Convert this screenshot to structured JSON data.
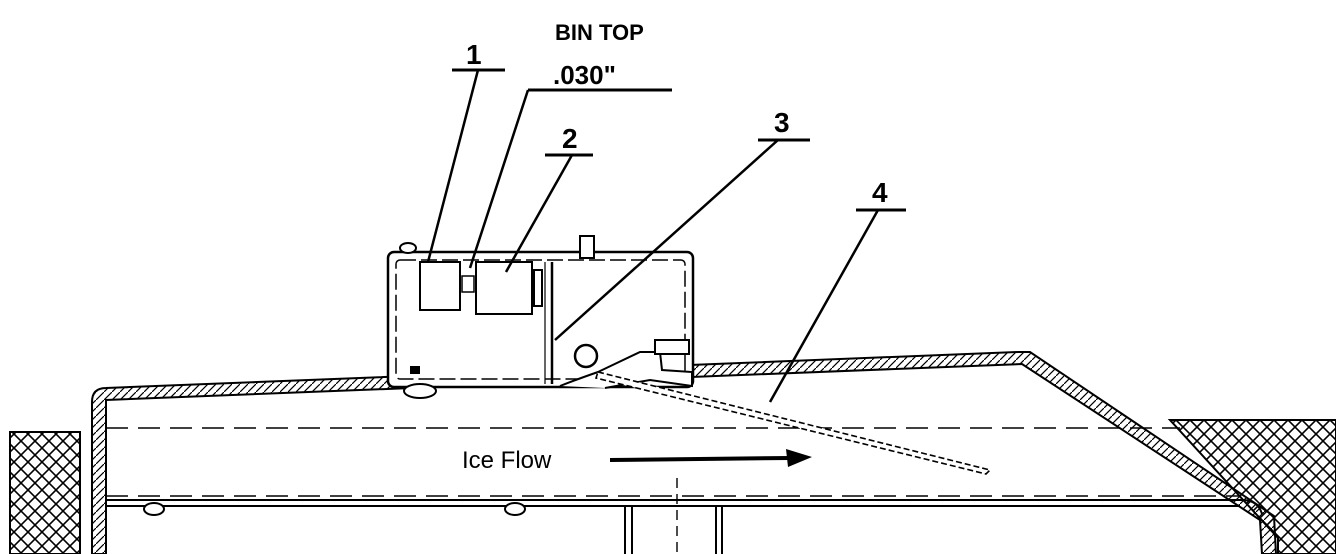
{
  "diagram": {
    "title": "BIN TOP",
    "gap_label": ".030\"",
    "callouts": [
      "1",
      "2",
      "3",
      "4"
    ],
    "flow_label": "Ice Flow",
    "colors": {
      "ink": "#000000",
      "paper": "#ffffff"
    }
  }
}
